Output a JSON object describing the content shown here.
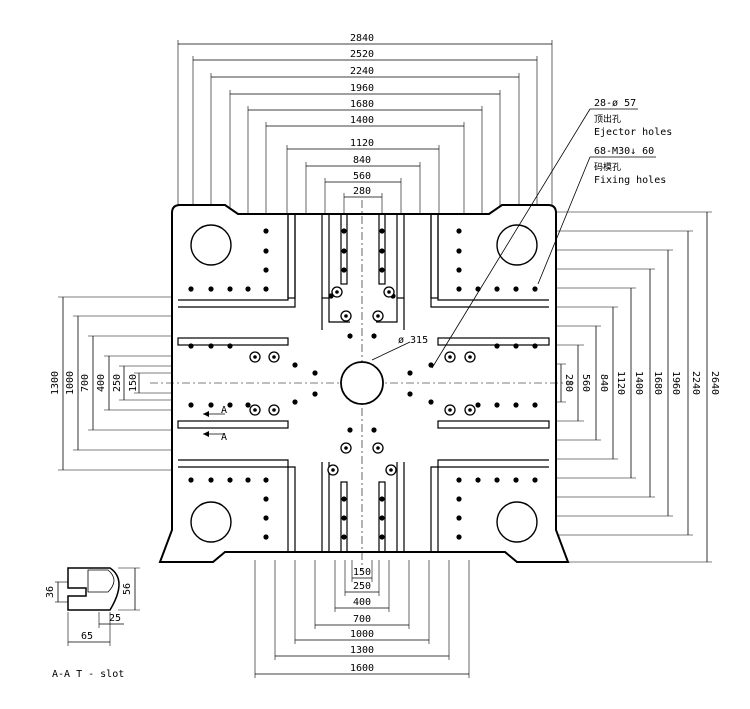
{
  "top_dims": [
    "2840",
    "2520",
    "2240",
    "1960",
    "1680",
    "1400",
    "1120",
    "840",
    "560",
    "280"
  ],
  "right_dims": [
    "280",
    "560",
    "840",
    "1120",
    "1400",
    "1680",
    "1960",
    "2240",
    "2640"
  ],
  "left_dims": [
    "1300",
    "1000",
    "700",
    "400",
    "250",
    "150"
  ],
  "bottom_dims": [
    "150",
    "250",
    "400",
    "700",
    "1000",
    "1300",
    "1600"
  ],
  "callouts": {
    "ejector_spec": "28-ø 57",
    "ejector_cn": "顶出孔",
    "ejector_en": "Ejector holes",
    "fixing_spec": "68-M30↓ 60",
    "fixing_cn": "码模孔",
    "fixing_en": "Fixing holes",
    "center_dia": "ø 315"
  },
  "section_marks": [
    "A",
    "A"
  ],
  "tslot": {
    "h1": "36",
    "h2": "56",
    "w1": "25",
    "w2": "65",
    "caption": "A-A T - slot"
  }
}
